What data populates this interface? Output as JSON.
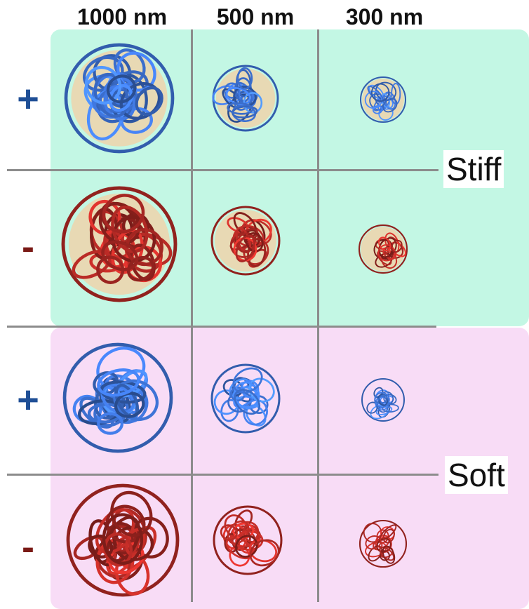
{
  "columns": {
    "c1000": "1000 nm",
    "c500": "500 nm",
    "c300": "300 nm"
  },
  "groups": {
    "stiff": "Stiff",
    "soft": "Soft"
  },
  "signs": {
    "stiff_positive": "+",
    "stiff_negative": "-",
    "soft_positive": "+",
    "soft_negative": "-"
  },
  "colors": {
    "stiff_background": "#c3f7e4",
    "soft_background": "#f8dcf6",
    "grid_lines": "#8c8c8c",
    "positive_sign": "#1f4f96",
    "negative_sign": "#7a1a16",
    "positive_particle": "#3e74d8",
    "negative_particle": "#b52a25",
    "stiff_core": "#e8d9b4"
  }
}
